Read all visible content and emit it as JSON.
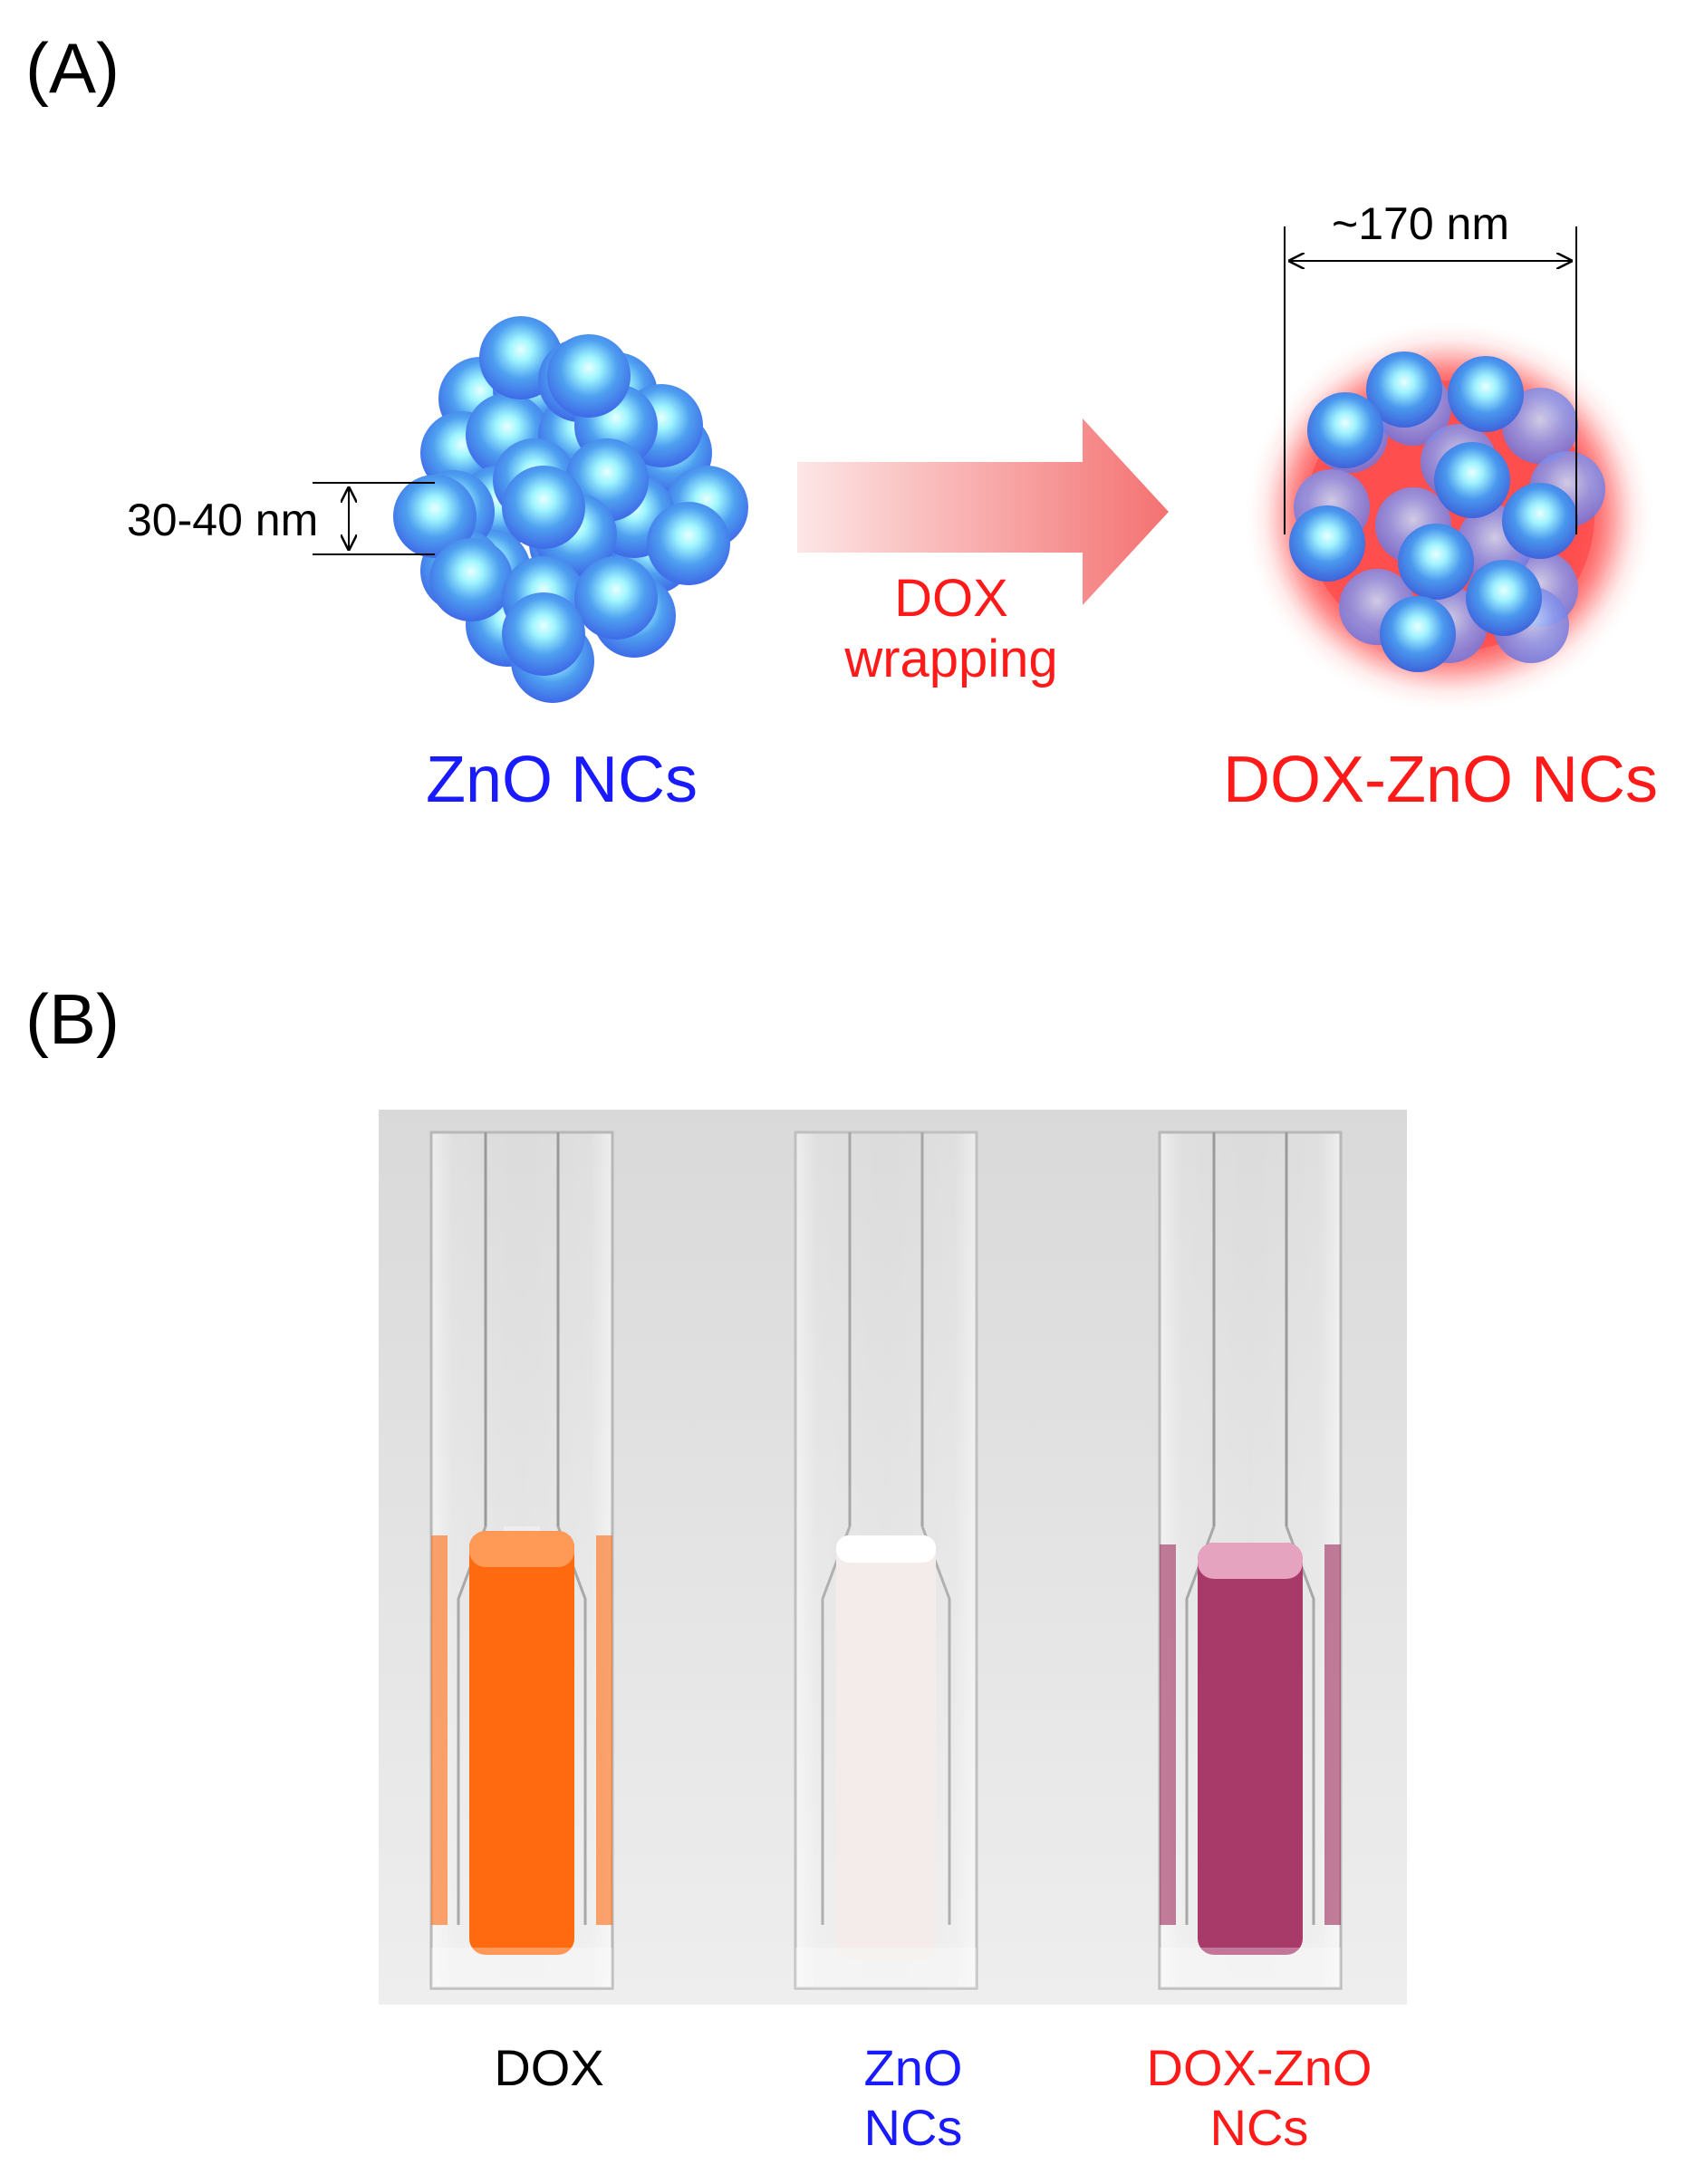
{
  "panel_a": {
    "label": "(A)",
    "zno_size_label": "30-40 nm",
    "dox_zno_size_label": "~170 nm",
    "arrow_label_line1": "DOX",
    "arrow_label_line2": "wrapping",
    "zno_title": "ZnO NCs",
    "dox_zno_title": "DOX-ZnO NCs"
  },
  "panel_b": {
    "label": "(B)",
    "cuvettes": [
      {
        "line1": "DOX",
        "line2": "",
        "liquid": "#ff6a10",
        "text_color": "#000000"
      },
      {
        "line1": "ZnO",
        "line2": "NCs",
        "liquid": "#f3ecea",
        "text_color": "#1a1aff"
      },
      {
        "line1": "DOX-ZnO",
        "line2": "NCs",
        "liquid": "#a83a6a",
        "text_color": "#ff1a1a"
      }
    ]
  },
  "colors": {
    "zno_blue": "#1a1aff",
    "dox_red": "#ff1a1a",
    "sphere_blue": "#4a86ee",
    "sphere_highlight": "#a8fcff"
  }
}
